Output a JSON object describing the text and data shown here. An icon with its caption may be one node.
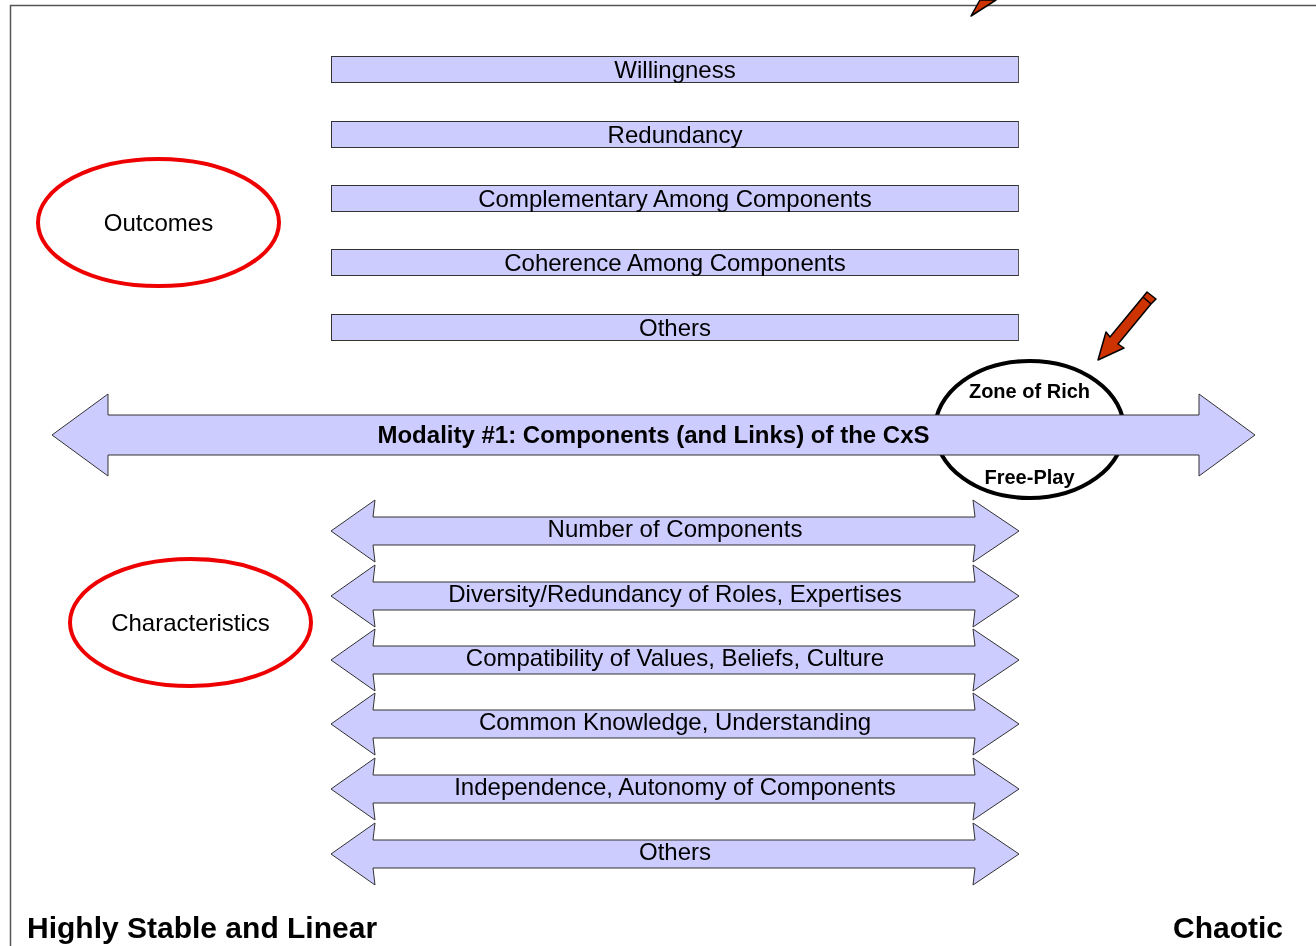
{
  "diagram": {
    "nodes": [
      {
        "text": [
          "Willingness"
        ]
      },
      {
        "text": [
          "Redundancy"
        ]
      },
      {
        "text": [
          "Outcomes"
        ]
      },
      {
        "text": [
          "Complementary Among Components"
        ]
      },
      {
        "text": [
          "Coherence Among Components"
        ]
      },
      {
        "text": [
          "Others"
        ]
      },
      {
        "text": [
          "Zone of Rich",
          "Free-Play"
        ]
      },
      {
        "text": [
          "Modality #1: Components (and Links) of the CxS"
        ]
      },
      {
        "text": [
          "Number of Components"
        ]
      },
      {
        "text": [
          "Diversity/Redundancy of Roles, Expertises"
        ]
      },
      {
        "text": [
          "Characteristics"
        ]
      },
      {
        "text": [
          "Compatibility of Values, Beliefs, Culture"
        ]
      },
      {
        "text": [
          "Common Knowledge, Understanding"
        ]
      },
      {
        "text": [
          "Independence, Autonomy of Components"
        ]
      },
      {
        "text": [
          "Others"
        ]
      }
    ],
    "edges": [],
    "labels": [
      "Highly Stable and Linear",
      "Chaotic"
    ]
  }
}
